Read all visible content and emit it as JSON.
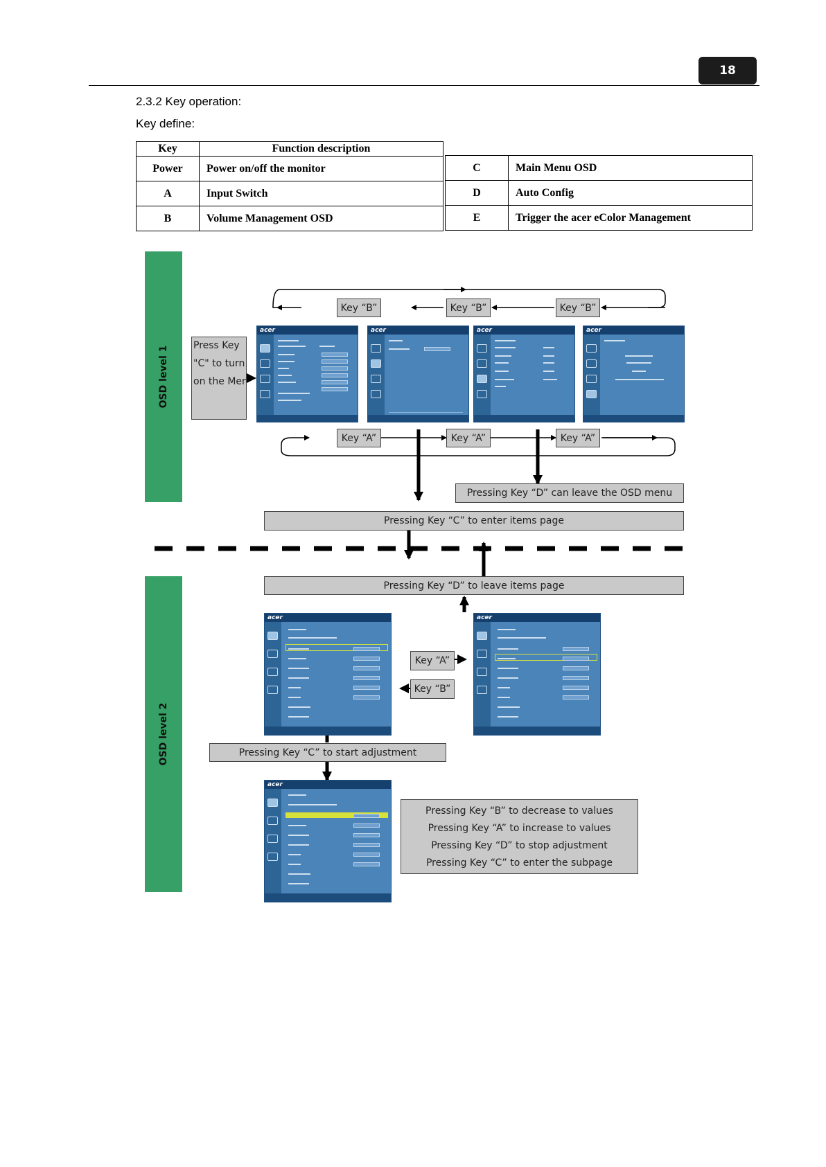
{
  "page_number": "18",
  "section_title": "2.3.2 Key operation:",
  "key_define_label": "Key define:",
  "table_left": {
    "header_key": "Key",
    "header_func": "Function description",
    "rows": [
      {
        "key": "Power",
        "func": "Power on/off the monitor"
      },
      {
        "key": "A",
        "func": "Input Switch"
      },
      {
        "key": "B",
        "func": "Volume Management OSD"
      }
    ]
  },
  "table_right": {
    "rows": [
      {
        "key": "C",
        "func": "Main Menu OSD"
      },
      {
        "key": "D",
        "func": "Auto Config"
      },
      {
        "key": "E",
        "func": "Trigger the acer eColor Management"
      }
    ]
  },
  "osd_level1_label": "OSD level 1",
  "osd_level2_label": "OSD level 2",
  "press_key_c_turn_on": [
    "Press Key",
    "\"C\" to turn",
    "on the Menu"
  ],
  "key_b_label": "Key “B”",
  "key_a_label": "Key “A”",
  "osd_logo": "acer",
  "press_d_leave_osd": "Pressing Key “D” can leave the OSD menu",
  "press_c_enter_items": "Pressing Key “C” to enter items page",
  "press_d_leave_items": "Pressing Key “D” to leave items page",
  "press_c_start_adjust": "Pressing Key “C” to start adjustment",
  "instructions": [
    "Pressing Key “B” to decrease to values",
    "Pressing Key “A” to increase to values",
    "Pressing Key “D” to stop adjustment",
    "Pressing Key “C” to enter the subpage"
  ],
  "colors": {
    "green_band": "#36a066",
    "osd_blue": "#4b84b8",
    "gray_box": "#c9c9c9",
    "highlight": "#d6e23a"
  }
}
